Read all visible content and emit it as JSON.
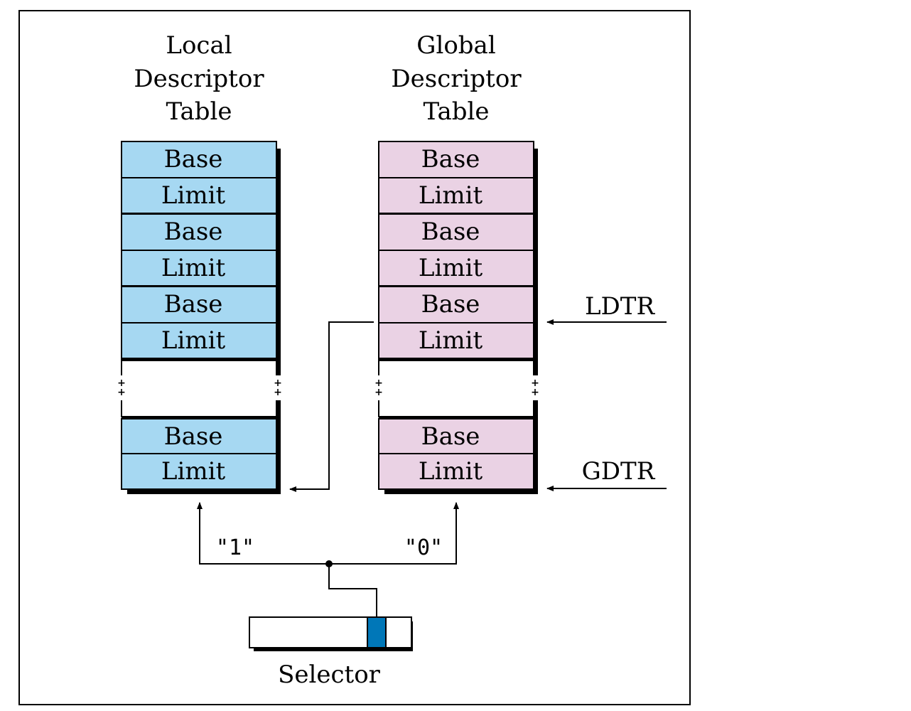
{
  "diagram": {
    "colors": {
      "ldt_fill": "#a6d8f2",
      "gdt_fill": "#ead2e4",
      "selector_bit": "#0077b8",
      "line": "#000000",
      "background": "#ffffff"
    },
    "ldt": {
      "title_lines": [
        "Local",
        "Descriptor",
        "Table"
      ],
      "top_entries": [
        {
          "base": "Base",
          "limit": "Limit"
        },
        {
          "base": "Base",
          "limit": "Limit"
        },
        {
          "base": "Base",
          "limit": "Limit"
        }
      ],
      "bottom_entry": {
        "base": "Base",
        "limit": "Limit"
      }
    },
    "gdt": {
      "title_lines": [
        "Global",
        "Descriptor",
        "Table"
      ],
      "top_entries": [
        {
          "base": "Base",
          "limit": "Limit"
        },
        {
          "base": "Base",
          "limit": "Limit"
        },
        {
          "base": "Base",
          "limit": "Limit"
        }
      ],
      "bottom_entry": {
        "base": "Base",
        "limit": "Limit"
      }
    },
    "registers": {
      "ldtr": "LDTR",
      "gdtr": "GDTR"
    },
    "branches": {
      "ti_one": "\"1\"",
      "ti_zero": "\"0\""
    },
    "selector": {
      "label": "Selector"
    }
  }
}
